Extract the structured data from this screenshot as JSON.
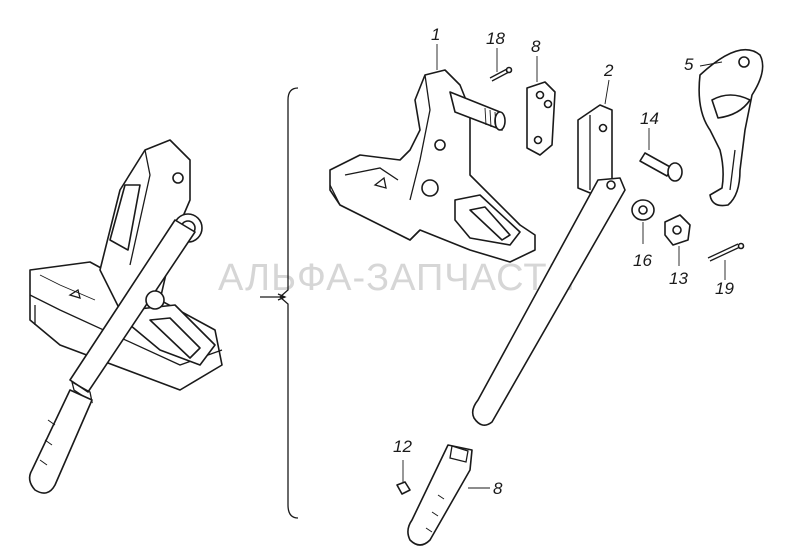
{
  "watermark": "АЛЬФА-ЗАПЧАСТИ",
  "callouts": {
    "c1": "1",
    "c18": "18",
    "c8_top": "8",
    "c2": "2",
    "c5": "5",
    "c14": "14",
    "c16": "16",
    "c13": "13",
    "c19": "19",
    "c12": "12",
    "c8_bottom": "8"
  }
}
